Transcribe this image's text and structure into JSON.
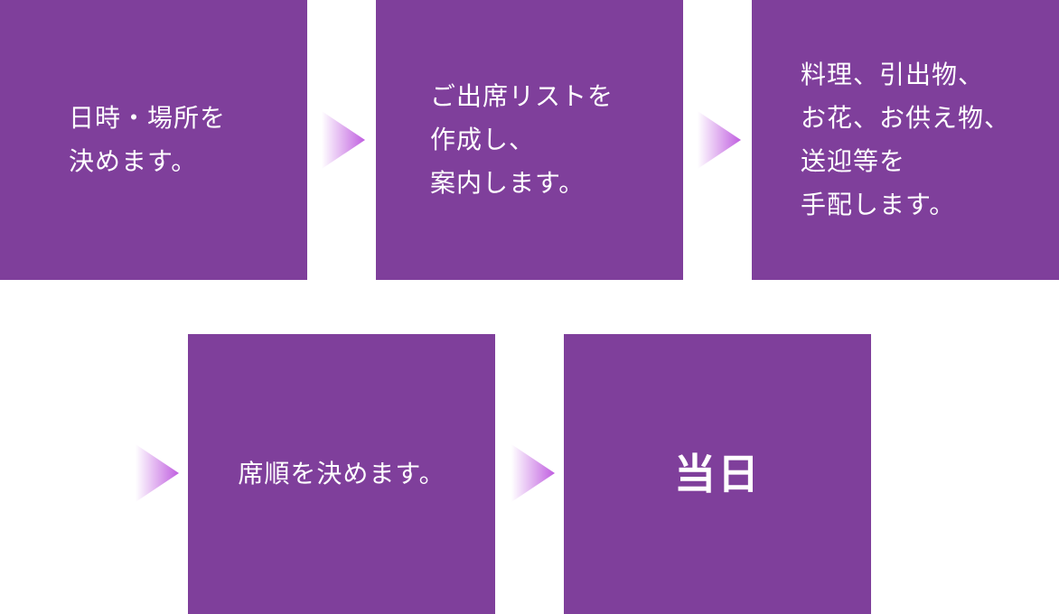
{
  "steps": [
    {
      "lines": [
        "日時・場所を",
        "決めます。"
      ]
    },
    {
      "lines": [
        "ご出席リストを",
        "作成し、",
        "案内します。"
      ]
    },
    {
      "lines": [
        "料理、引出物、",
        "お花、お供え物、",
        "送迎等を",
        "手配します。"
      ]
    },
    {
      "lines": [
        "席順を決めます。"
      ]
    },
    {
      "lines": [
        "当日"
      ]
    }
  ],
  "colors": {
    "box": "#7f3f9b",
    "text": "#ffffff",
    "arrow_start": "#ffffff",
    "arrow_end": "#c05ee0"
  }
}
